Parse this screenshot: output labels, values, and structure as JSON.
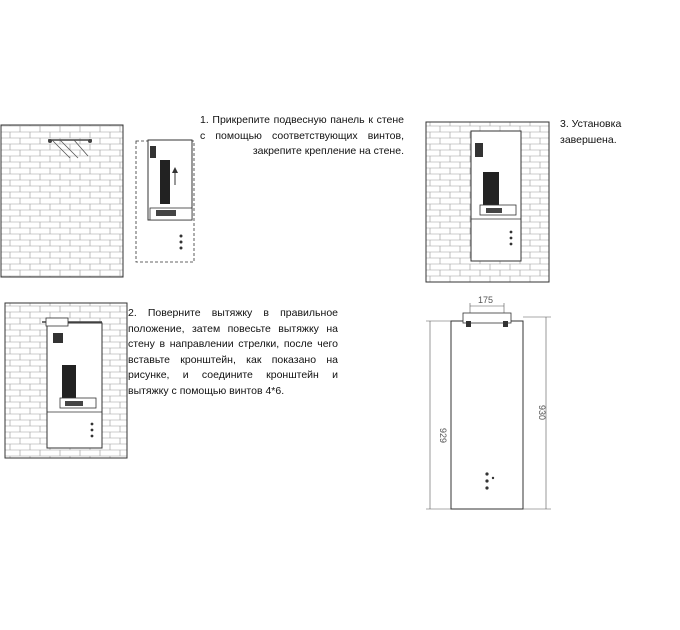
{
  "steps": [
    {
      "id": "step1",
      "text": "1. Прикрепите подвесную панель к стене с помощью соответствующих винтов, закрепите крепление на стене."
    },
    {
      "id": "step2",
      "text": "2. Поверните вытяжку в правильное положение, затем повесьте вытяжку на стену в направлении стрелки, после чего вставьте кронштейн, как показано на рисунке, и соедините кронштейн и вытяжку с помощью винтов 4*6."
    },
    {
      "id": "step3",
      "text": "3. Установка завершена."
    }
  ],
  "dimensions": {
    "width_top": "175",
    "height_left": "929",
    "height_right": "930"
  }
}
